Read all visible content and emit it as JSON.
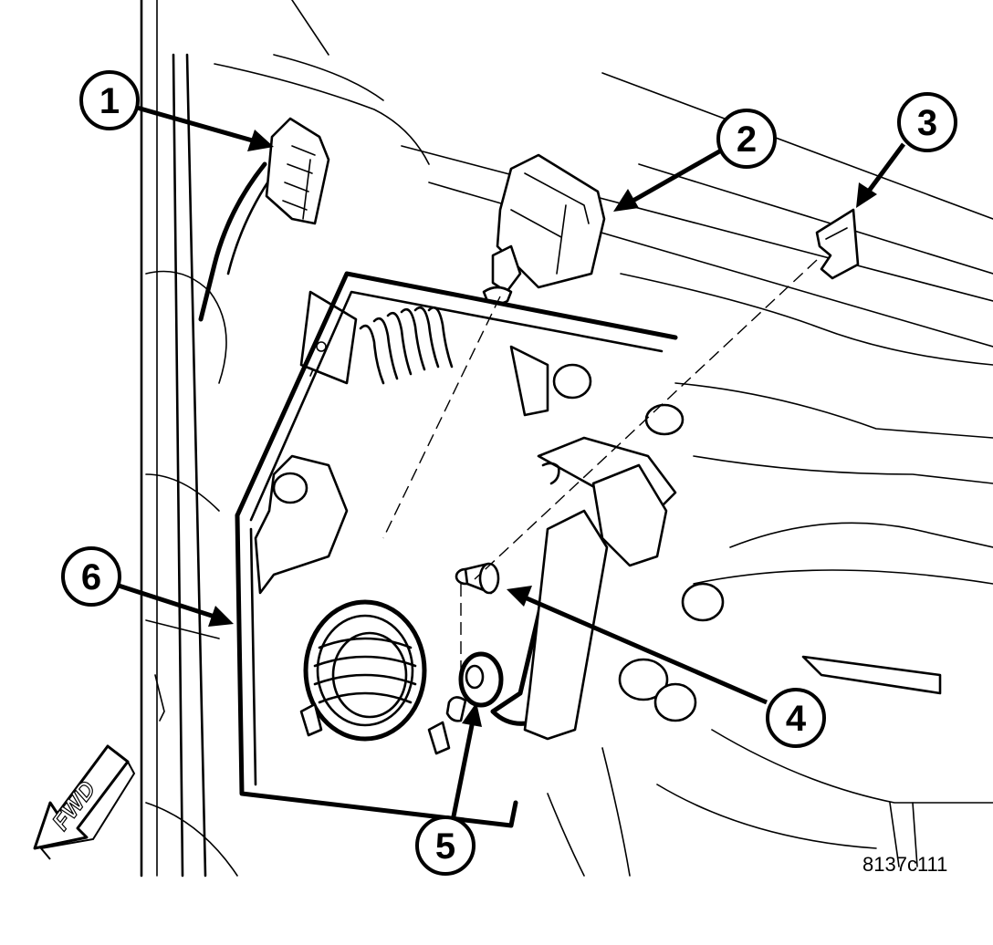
{
  "callouts": [
    {
      "id": "callout-1",
      "label": "1"
    },
    {
      "id": "callout-2",
      "label": "2"
    },
    {
      "id": "callout-3",
      "label": "3"
    },
    {
      "id": "callout-4",
      "label": "4"
    },
    {
      "id": "callout-5",
      "label": "5"
    },
    {
      "id": "callout-6",
      "label": "6"
    }
  ],
  "direction_label": "FWD",
  "figure_id": "8137c111",
  "icons": {
    "direction": "fwd-arrow-icon"
  },
  "colors": {
    "ink": "#000000",
    "paper": "#ffffff"
  }
}
